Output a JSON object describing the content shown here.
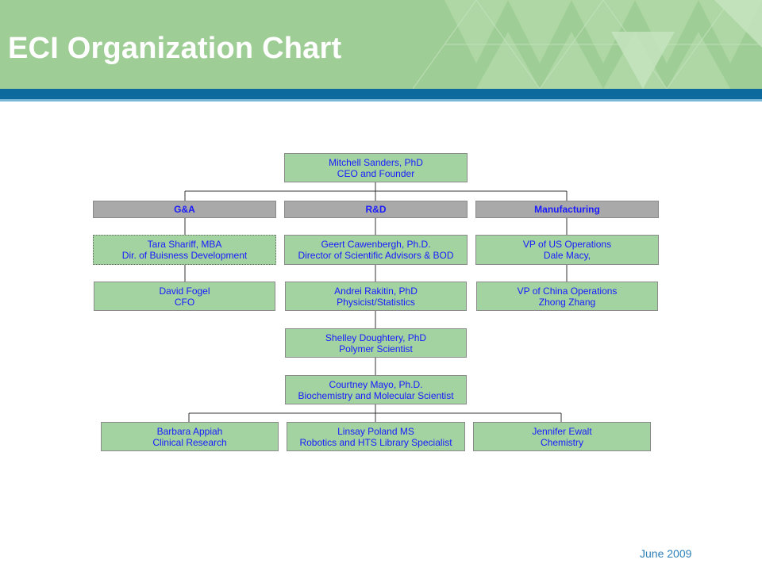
{
  "title": "ECI Organization Chart",
  "date": "June 2009",
  "departments": {
    "ga": "G&A",
    "rd": "R&D",
    "mfg": "Manufacturing"
  },
  "ceo": {
    "name": "Mitchell Sanders, PhD",
    "role": "CEO and Founder"
  },
  "ga": [
    {
      "name": "Tara Shariff, MBA",
      "role": "Dir. of Buisness Development"
    },
    {
      "name": "David Fogel",
      "role": "CFO"
    }
  ],
  "rd": [
    {
      "name": "Geert Cawenbergh, Ph.D.",
      "role": "Director of Scientific Advisors & BOD"
    },
    {
      "name": "Andrei Rakitin, PhD",
      "role": "Physicist/Statistics"
    },
    {
      "name": "Shelley Doughtery, PhD",
      "role": "Polymer Scientist"
    },
    {
      "name": "Courtney Mayo, Ph.D.",
      "role": "Biochemistry and Molecular Scientist"
    }
  ],
  "mfg": [
    {
      "name": "VP of US Operations",
      "role": "Dale Macy,"
    },
    {
      "name": "VP of China Operations",
      "role": "Zhong Zhang"
    }
  ],
  "reports": [
    {
      "name": "Barbara Appiah",
      "role": "Clinical Research"
    },
    {
      "name": "Linsay Poland MS",
      "role": "Robotics and HTS Library Specialist"
    },
    {
      "name": "Jennifer Ewalt",
      "role": "Chemistry"
    }
  ],
  "colors": {
    "header": "#9fcd96",
    "band": "#0c6a9c",
    "box": "#a2d3a0",
    "dept": "#a9a9a9",
    "text": "#1a1aff"
  }
}
